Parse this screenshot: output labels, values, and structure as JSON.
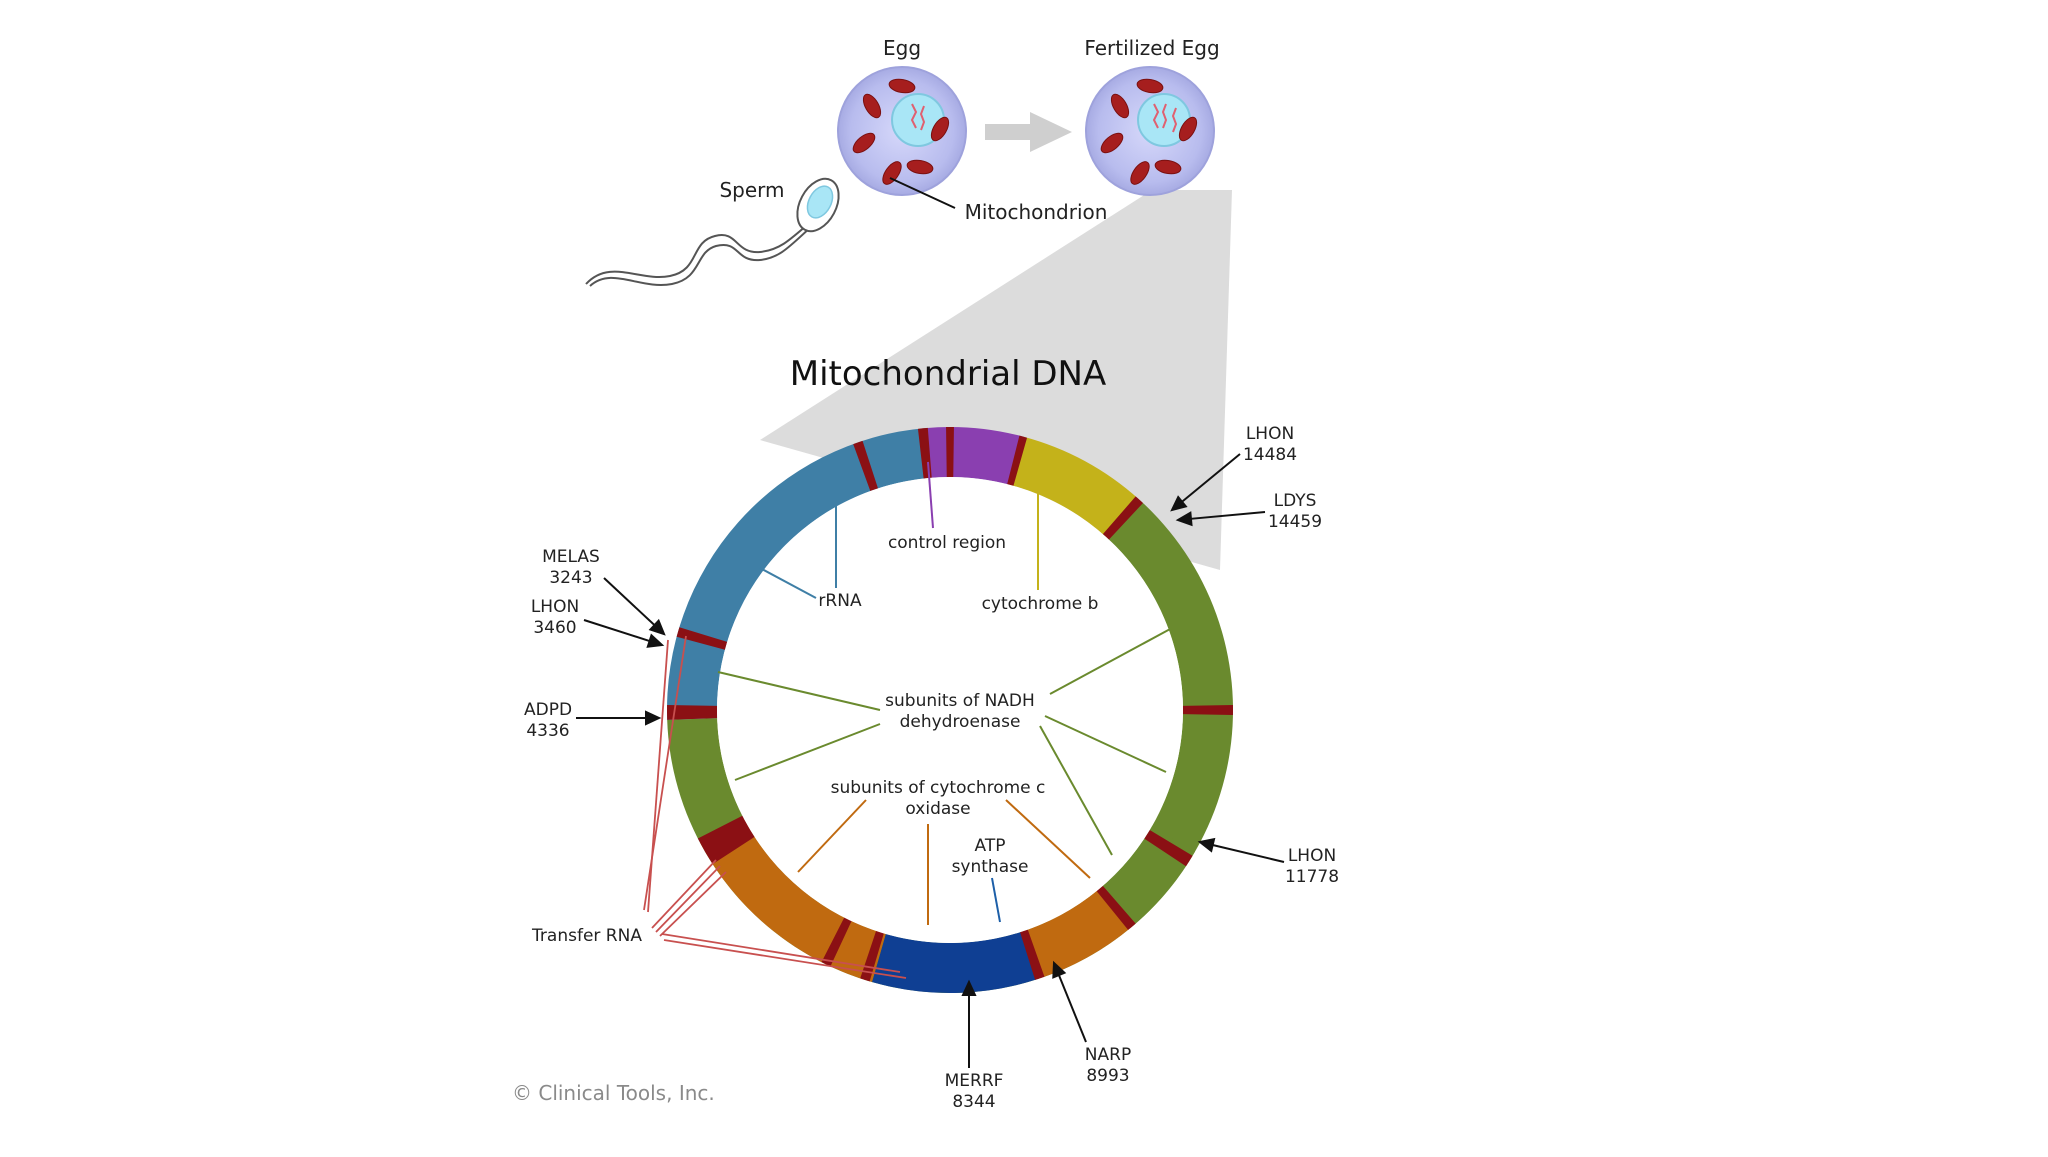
{
  "top": {
    "egg_label": "Egg",
    "fertilized_label": "Fertilized Egg",
    "sperm_label": "Sperm",
    "mito_label": "Mitochondrion"
  },
  "title": "Mitochondrial DNA",
  "regions": {
    "control": "control region",
    "rrna": "rRNA",
    "cytb": "cytochrome b",
    "nadh_1": "subunits of NADH",
    "nadh_2": "dehydroenase",
    "cox_1": "subunits of cytochrome c",
    "cox_2": "oxidase",
    "atp_1": "ATP",
    "atp_2": "synthase",
    "trna": "Transfer RNA"
  },
  "mutations": {
    "melas_name": "MELAS",
    "melas_pos": "3243",
    "lhon3460_name": "LHON",
    "lhon3460_pos": "3460",
    "adpd_name": "ADPD",
    "adpd_pos": "4336",
    "lhon14484_name": "LHON",
    "lhon14484_pos": "14484",
    "ldys_name": "LDYS",
    "ldys_pos": "14459",
    "lhon11778_name": "LHON",
    "lhon11778_pos": "11778",
    "narp_name": "NARP",
    "narp_pos": "8993",
    "merrf_name": "MERRF",
    "merrf_pos": "8344"
  },
  "credit": "© Clinical Tools, Inc.",
  "colors": {
    "control": "#8a3fb0",
    "cytb": "#c4b21a",
    "nadh": "#6a8a2e",
    "rrna": "#3f7fa6",
    "cox": "#c06a10",
    "atp": "#0f3f93",
    "trna": "#8b1014",
    "cell": "#b8bcee",
    "mito": "#a61e1e"
  }
}
